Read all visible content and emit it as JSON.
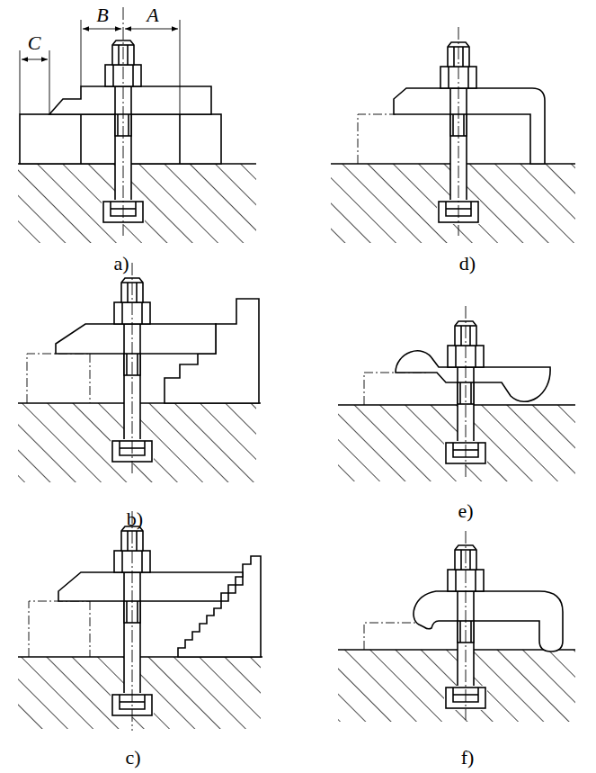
{
  "diagram": {
    "labels": [
      "C",
      "B",
      "A",
      "a)",
      "d)",
      "b)",
      "e)",
      "c)",
      "f)"
    ]
  }
}
